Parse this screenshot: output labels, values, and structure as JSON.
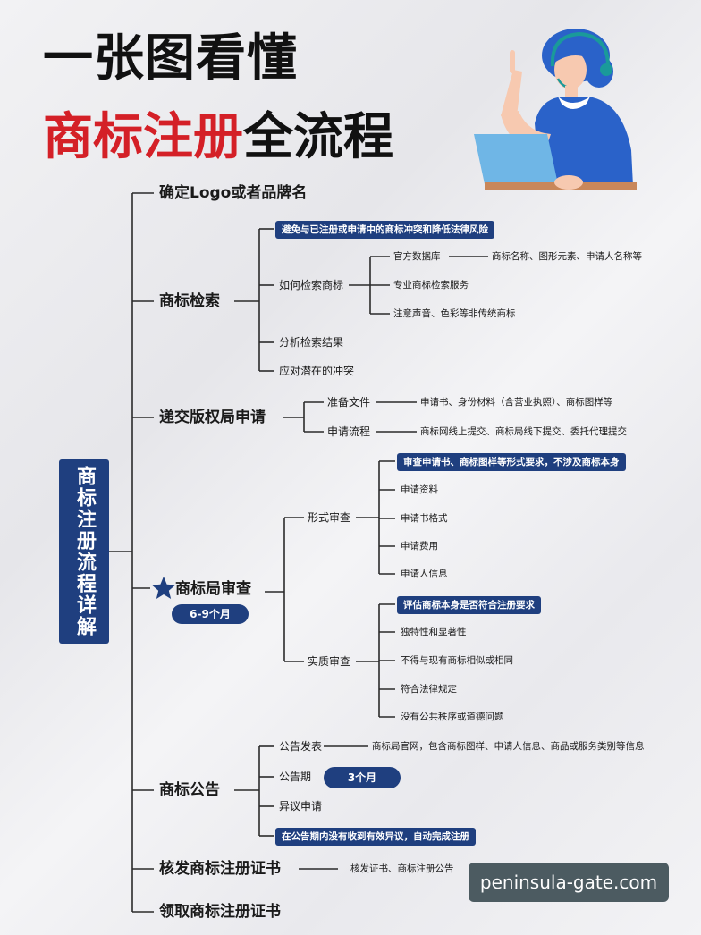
{
  "title": {
    "line1": "一张图看懂",
    "line2_red": "商标注册",
    "line2_black": "全流程"
  },
  "side_label": "商标注册流程详解",
  "steps": {
    "logo": "确定Logo或者品牌名",
    "search": {
      "label": "商标检索",
      "note": "避免与已注册或申请中的商标冲突和降低法律风险",
      "how": "如何检索商标",
      "official_db": "官方数据库",
      "official_db_detail": "商标名称、图形元素、申请人名称等",
      "pro_service": "专业商标检索服务",
      "non_traditional": "注意声音、色彩等非传统商标",
      "analyze": "分析检索结果",
      "conflict": "应对潜在的冲突"
    },
    "submit": {
      "label": "递交版权局申请",
      "prepare": "准备文件",
      "prepare_detail": "申请书、身份材料（含营业执照）、商标图样等",
      "process": "申请流程",
      "process_detail": "商标网线上提交、商标局线下提交、委托代理提交"
    },
    "review": {
      "label": "商标局审查",
      "duration": "6-9个月",
      "formal": {
        "label": "形式审查",
        "note": "审查申请书、商标图样等形式要求，不涉及商标本身",
        "items": [
          "申请资料",
          "申请书格式",
          "申请费用",
          "申请人信息"
        ]
      },
      "substantive": {
        "label": "实质审查",
        "note": "评估商标本身是否符合注册要求",
        "items": [
          "独特性和显著性",
          "不得与现有商标相似或相同",
          "符合法律规定",
          "没有公共秩序或道德问题"
        ]
      }
    },
    "announce": {
      "label": "商标公告",
      "publish": "公告发表",
      "publish_detail": "商标局官网，包含商标图样、申请人信息、商品或服务类别等信息",
      "period": "公告期",
      "period_duration": "3个月",
      "objection": "异议申请",
      "note": "在公告期内没有收到有效异议，自动完成注册"
    },
    "issue": {
      "label": "核发商标注册证书",
      "detail": "核发证书、商标注册公告"
    },
    "receive": "领取商标注册证书"
  },
  "watermark": "peninsula-gate.com",
  "colors": {
    "accent_blue": "#1f3f7f",
    "title_red": "#d42027",
    "line": "#2b2b2b"
  },
  "icons": [
    "star-icon",
    "customer-service-illustration"
  ]
}
